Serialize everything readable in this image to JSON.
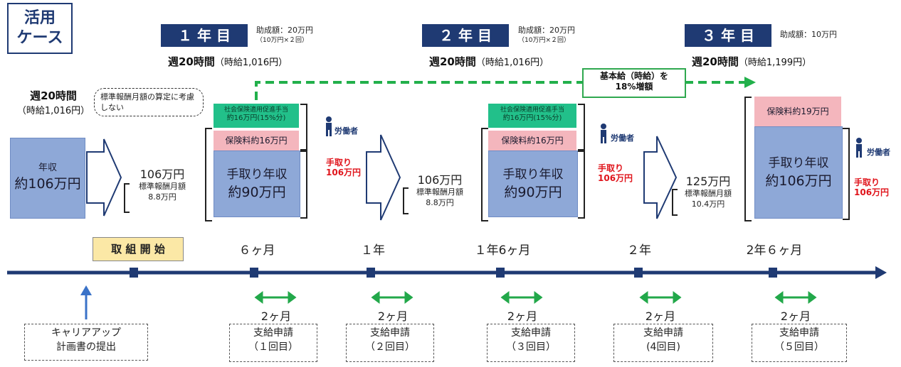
{
  "case_label_1": "活用",
  "case_label_2": "ケース",
  "years": [
    {
      "head": "１ 年 目",
      "subsidy": "助成額：20万円",
      "subsidy_note": "（10万円×２回）",
      "hours": "週20時間",
      "wage": "（時給1,016円）"
    },
    {
      "head": "２ 年 目",
      "subsidy": "助成額：20万円",
      "subsidy_note": "（10万円×２回）",
      "hours": "週20時間",
      "wage": "（時給1,016円）"
    },
    {
      "head": "３ 年 目",
      "subsidy": "助成額：10万円",
      "subsidy_note": "",
      "hours": "週20時間",
      "wage": "（時給1,199円）"
    }
  ],
  "start": {
    "hours": "週20時間",
    "wage": "（時給1,016円）",
    "income_1": "年収",
    "income_2": "約106万円"
  },
  "note": "標準報酬月額の算定に考慮しない",
  "shift": {
    "line1": "基本給（時給）を",
    "line2": "18%増額"
  },
  "stage1": {
    "income": "106万円",
    "std_label": "標準報酬月額",
    "std_value": "8.8万円",
    "green": "社会保険適用促進手当",
    "green_value": "約16万円(15%分)",
    "pink": "保険料約16万円",
    "blue_1": "手取り年収",
    "blue_2": "約90万円",
    "worker": "労働者",
    "takehome_1": "手取り",
    "takehome_2": "106万円"
  },
  "stage2": {
    "income": "106万円",
    "std_label": "標準報酬月額",
    "std_value": "8.8万円",
    "green": "社会保険適用促進手当",
    "green_value": "約16万円(15%分)",
    "pink": "保険料約16万円",
    "blue_1": "手取り年収",
    "blue_2": "約90万円",
    "worker": "労働者",
    "takehome_1": "手取り",
    "takehome_2": "106万円"
  },
  "stage3": {
    "income": "125万円",
    "std_label": "標準報酬月額",
    "std_value": "10.4万円",
    "pink": "保険料約19万円",
    "blue_1": "手取り年収",
    "blue_2": "約106万円",
    "worker": "労働者",
    "takehome_1": "手取り",
    "takehome_2": "106万円"
  },
  "timeline": {
    "start_label": "取 組 開 始",
    "ticks": [
      "６ヶ月",
      "１年",
      "１年6ヶ月",
      "２年",
      "2年６ヶ月"
    ],
    "plan": [
      "キャリアアップ",
      "計画書の提出"
    ],
    "period": "2ヶ月",
    "apps": [
      {
        "l1": "支給申請",
        "l2": "（１回目）"
      },
      {
        "l1": "支給申請",
        "l2": "（２回目）"
      },
      {
        "l1": "支給申請",
        "l2": "（３回目）"
      },
      {
        "l1": "支給申請",
        "l2": "(4回目)"
      },
      {
        "l1": "支給申請",
        "l2": "（５回目）"
      }
    ]
  },
  "colors": {
    "navy": "#1f3a73",
    "green": "#22c08a",
    "pink": "#f4b6bd",
    "blue": "#8ea8d7",
    "red": "#e0141b",
    "yellow": "#fbe8a6"
  }
}
